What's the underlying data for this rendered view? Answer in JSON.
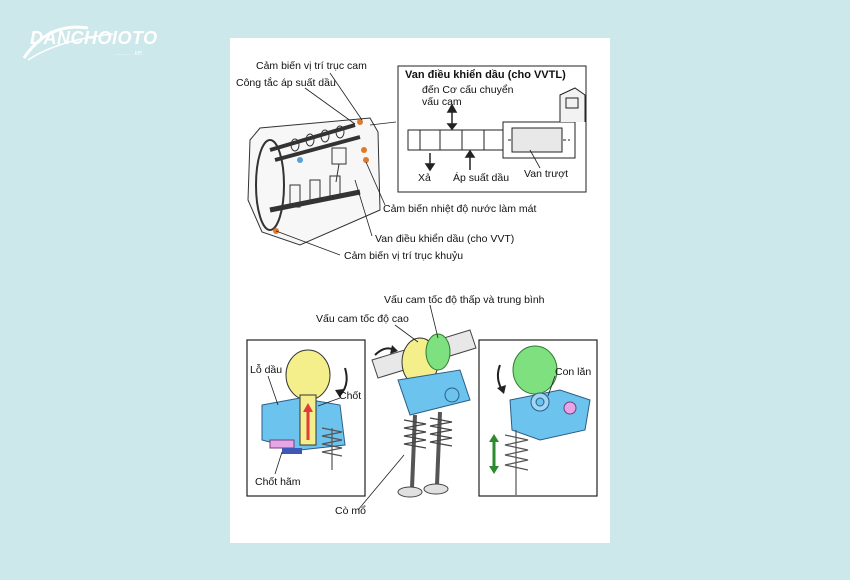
{
  "brand": {
    "name": "DANCHOIOTO",
    "sub": "........ .vn"
  },
  "top_diagram": {
    "labels": {
      "cam_position_sensor": "Cảm biến vị trí trục cam",
      "oil_pressure_switch": "Công tắc áp suất dầu",
      "coolant_temp_sensor": "Cảm biến nhiệt độ nước làm mát",
      "vvt_oil_control_valve": "Van điều khiển dầu (cho VVT)",
      "crank_position_sensor": "Cảm biến vị trí trục khuỷu"
    },
    "inset": {
      "title": "Van điều khiển dầu (cho VVTL)",
      "to_mechanism_line1": "đến Cơ cấu chuyển",
      "to_mechanism_line2": "vấu cam",
      "drain": "Xả",
      "oil_pressure": "Áp suất dầu",
      "spool_valve": "Van trượt"
    }
  },
  "bottom_diagram": {
    "labels": {
      "low_mid_cam": "Vấu cam tốc độ thấp và trung bình",
      "high_cam": "Vấu cam tốc độ cao",
      "oil_hole": "Lỗ dầu",
      "pin": "Chốt",
      "lock_pin": "Chốt hãm",
      "rocker_arm": "Cò mổ",
      "roller": "Con lăn"
    }
  },
  "colors": {
    "background": "#cde8ea",
    "cam_yellow": "#f4ef8a",
    "cam_green": "#7fe07f",
    "rocker_blue": "#6cc3ee",
    "pin_red": "#e23b3b",
    "pin_pink": "#e6a6e6"
  }
}
